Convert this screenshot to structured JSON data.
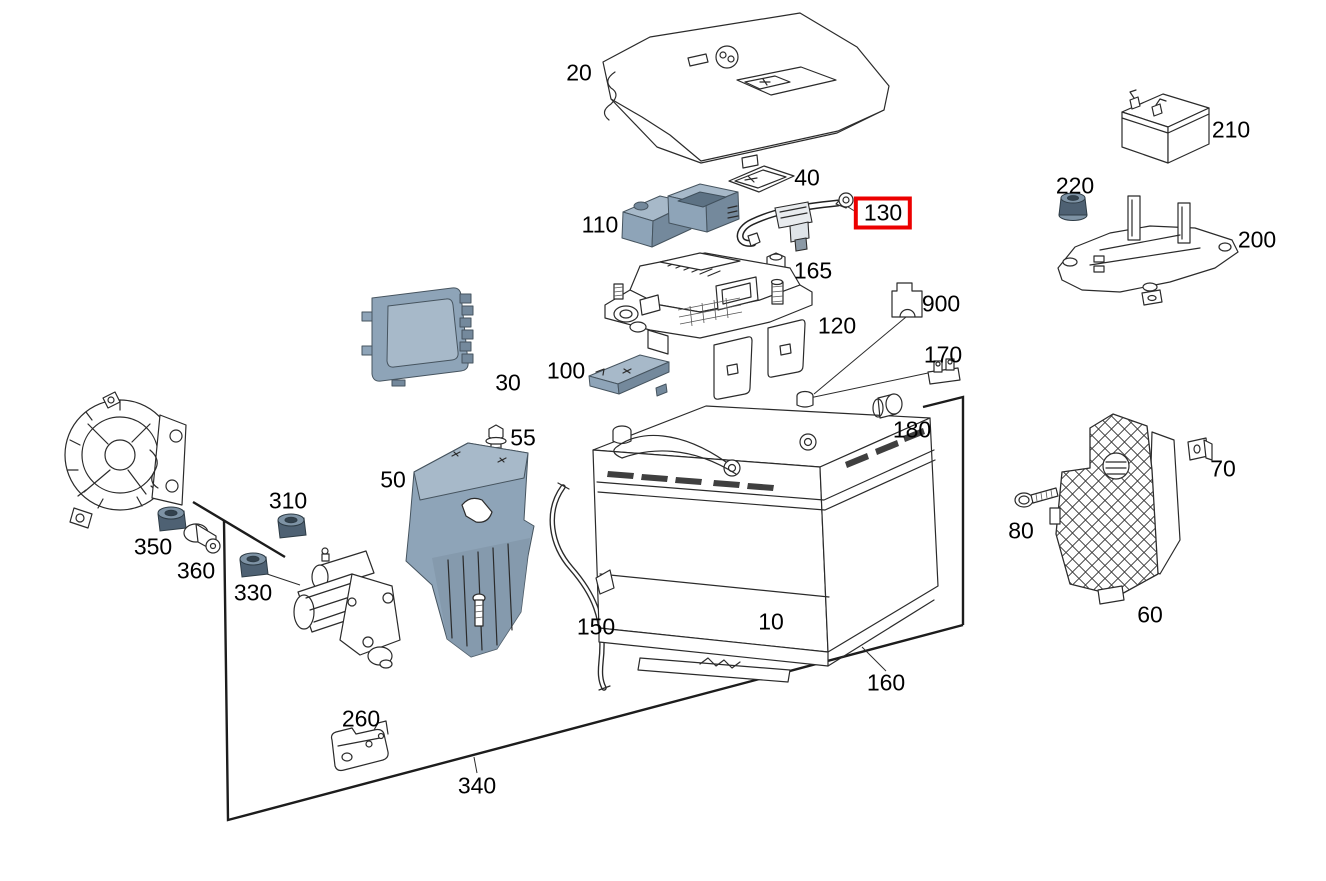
{
  "diagram": {
    "kind": "exploded-parts-diagram",
    "background_color": "#ffffff",
    "line_color": "#2b2b2b",
    "part_fill_light": "#a7b9c9",
    "part_fill_mid": "#8ea4b8",
    "part_fill_dark": "#74899c",
    "highlight_color": "#ec0000",
    "highlighted_part": "130"
  },
  "labels": [
    {
      "text": "20",
      "highlighted": false
    },
    {
      "text": "40",
      "highlighted": false
    },
    {
      "text": "110",
      "highlighted": false
    },
    {
      "text": "130",
      "highlighted": true
    },
    {
      "text": "165",
      "highlighted": false
    },
    {
      "text": "900",
      "highlighted": false
    },
    {
      "text": "120",
      "highlighted": false
    },
    {
      "text": "100",
      "highlighted": false
    },
    {
      "text": "30",
      "highlighted": false
    },
    {
      "text": "170",
      "highlighted": false
    },
    {
      "text": "180",
      "highlighted": false
    },
    {
      "text": "55",
      "highlighted": false
    },
    {
      "text": "50",
      "highlighted": false
    },
    {
      "text": "210",
      "highlighted": false
    },
    {
      "text": "220",
      "highlighted": false
    },
    {
      "text": "200",
      "highlighted": false
    },
    {
      "text": "70",
      "highlighted": false
    },
    {
      "text": "80",
      "highlighted": false
    },
    {
      "text": "60",
      "highlighted": false
    },
    {
      "text": "310",
      "highlighted": false
    },
    {
      "text": "350",
      "highlighted": false
    },
    {
      "text": "360",
      "highlighted": false
    },
    {
      "text": "330",
      "highlighted": false
    },
    {
      "text": "150",
      "highlighted": false
    },
    {
      "text": "10",
      "highlighted": false
    },
    {
      "text": "160",
      "highlighted": false
    },
    {
      "text": "260",
      "highlighted": false
    },
    {
      "text": "340",
      "highlighted": false
    }
  ]
}
